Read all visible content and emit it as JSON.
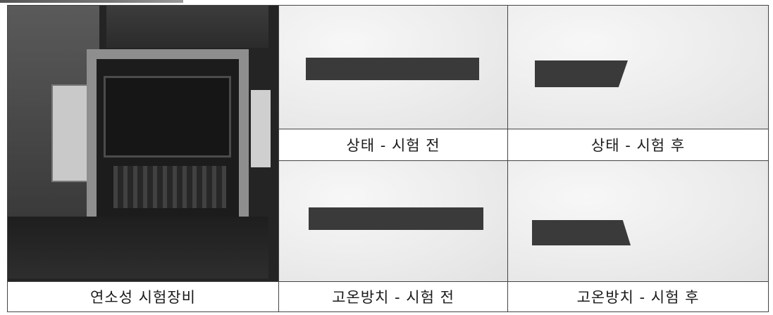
{
  "table": {
    "captions": {
      "equipment": "연소성 시험장비",
      "state_before": "상태 - 시험 전",
      "state_after": "상태 - 시험 후",
      "insulation_before": "고온방치 - 시험 전",
      "insulation_after": "고온방치 - 시험 후"
    }
  }
}
